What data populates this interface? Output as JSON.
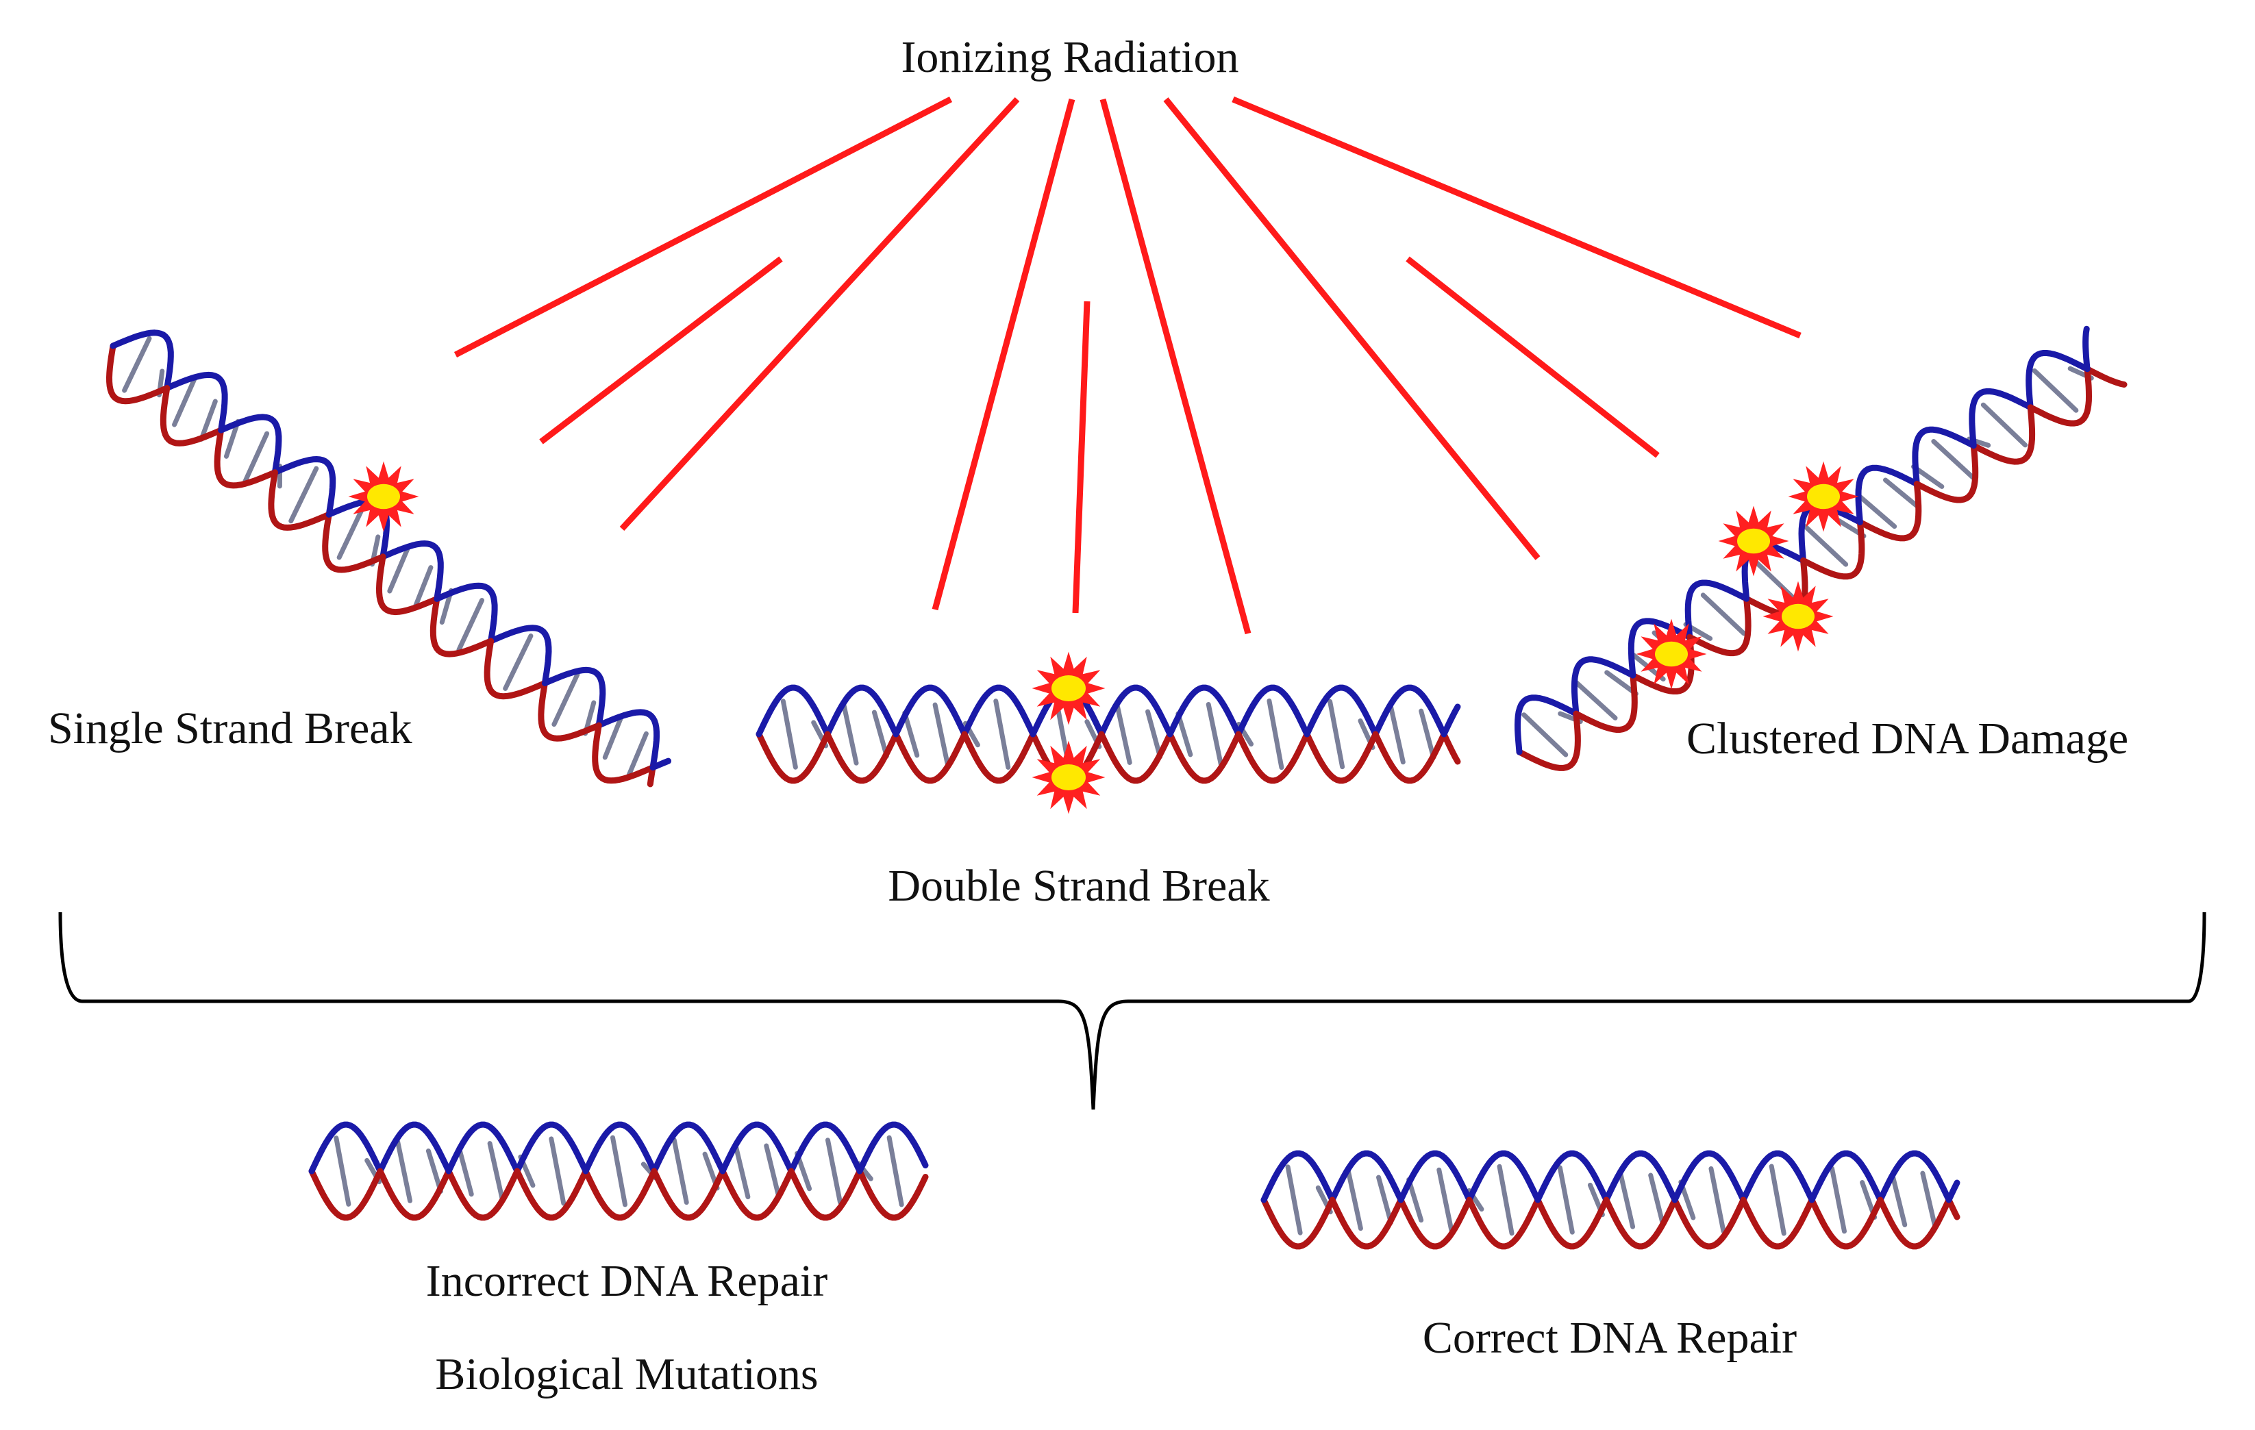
{
  "labels": {
    "source": "Ionizing Radiation",
    "single_strand_break": "Single Strand Break",
    "double_strand_break": "Double Strand Break",
    "clustered_damage": "Clustered DNA Damage",
    "incorrect_repair": "Incorrect DNA Repair",
    "mutations": "Biological Mutations",
    "correct_repair": "Correct DNA Repair"
  },
  "colors": {
    "radiation": "#ff1a1a",
    "strand_a": "#b01515",
    "strand_b": "#1a1aa8",
    "base_pair": "#7a7f99",
    "damage_outer": "#ff2020",
    "damage_inner": "#ffe800",
    "text": "#111111"
  },
  "icons": [
    "dna-helix-icon",
    "damage-burst-icon"
  ]
}
